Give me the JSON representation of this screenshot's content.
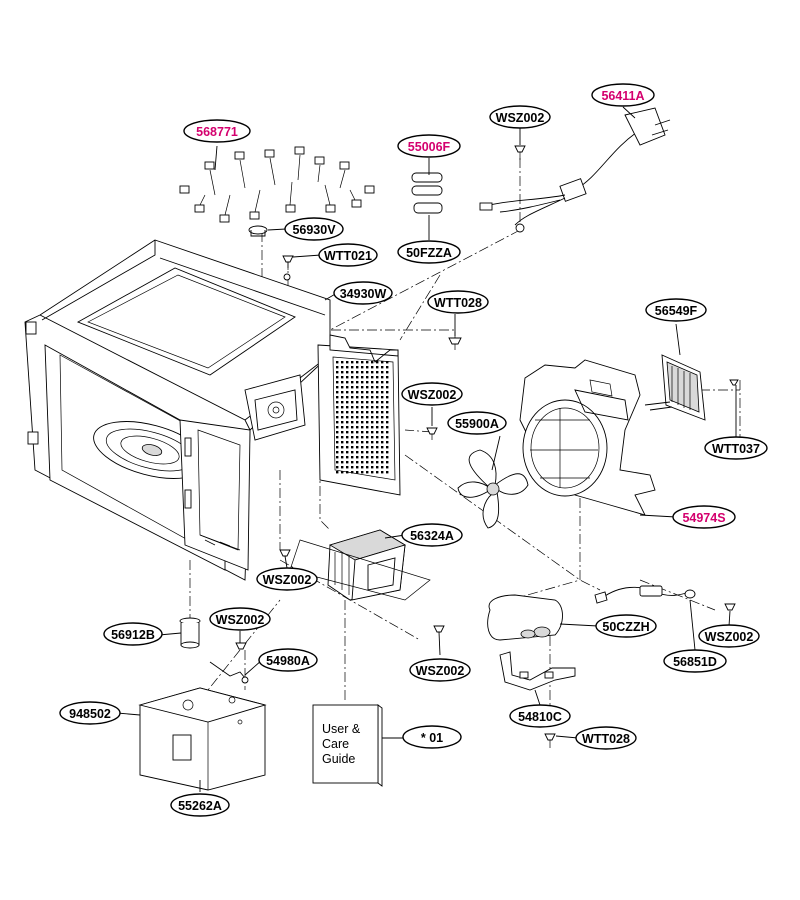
{
  "colors": {
    "highlight": "#d4006e",
    "normal": "#000000"
  },
  "labels": {
    "568771": {
      "text": "568771",
      "highlight": true
    },
    "55006F": {
      "text": "55006F",
      "highlight": true
    },
    "WSZ002_top": {
      "text": "WSZ002",
      "highlight": false
    },
    "56411A": {
      "text": "56411A",
      "highlight": true
    },
    "56930V": {
      "text": "56930V",
      "highlight": false
    },
    "WTT021": {
      "text": "WTT021",
      "highlight": false
    },
    "50FZZA": {
      "text": "50FZZA",
      "highlight": false
    },
    "34930W": {
      "text": "34930W",
      "highlight": false
    },
    "WTT028_upper": {
      "text": "WTT028",
      "highlight": false
    },
    "56549F": {
      "text": "56549F",
      "highlight": false
    },
    "WSZ002_mid": {
      "text": "WSZ002",
      "highlight": false
    },
    "55900A": {
      "text": "55900A",
      "highlight": false
    },
    "WTT037": {
      "text": "WTT037",
      "highlight": false
    },
    "54974S": {
      "text": "54974S",
      "highlight": true
    },
    "56324A": {
      "text": "56324A",
      "highlight": false
    },
    "WSZ002_left": {
      "text": "WSZ002",
      "highlight": false
    },
    "56912B": {
      "text": "56912B",
      "highlight": false
    },
    "WSZ002_lower": {
      "text": "WSZ002",
      "highlight": false
    },
    "50CZZH": {
      "text": "50CZZH",
      "highlight": false
    },
    "WSZ002_right": {
      "text": "WSZ002",
      "highlight": false
    },
    "54980A": {
      "text": "54980A",
      "highlight": false
    },
    "56851D": {
      "text": "56851D",
      "highlight": false
    },
    "WSZ002_bottom": {
      "text": "WSZ002",
      "highlight": false
    },
    "948502": {
      "text": "948502",
      "highlight": false
    },
    "54810C": {
      "text": "54810C",
      "highlight": false
    },
    "01": {
      "text": "* 01",
      "highlight": false
    },
    "WTT028_lower": {
      "text": "WTT028",
      "highlight": false
    },
    "55262A": {
      "text": "55262A",
      "highlight": false
    }
  },
  "manual": {
    "line1": "User &",
    "line2": "Care",
    "line3": "Guide"
  }
}
